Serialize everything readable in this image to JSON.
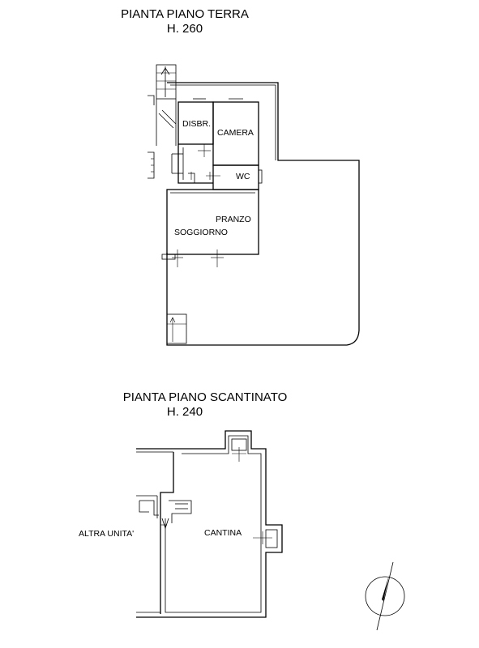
{
  "ground_floor": {
    "title": "PIANTA PIANO TERRA",
    "height_label": "H. 260",
    "rooms": {
      "disbr": "DISBR.",
      "camera": "CAMERA",
      "wc": "WC",
      "pranzo": "PRANZO",
      "soggiorno": "SOGGIORNO"
    }
  },
  "basement_floor": {
    "title": "PIANTA PIANO SCANTINATO",
    "height_label": "H. 240",
    "rooms": {
      "altra_unita": "ALTRA UNITA'",
      "cantina": "CANTINA"
    }
  },
  "north_arrow": "north-arrow-icon"
}
